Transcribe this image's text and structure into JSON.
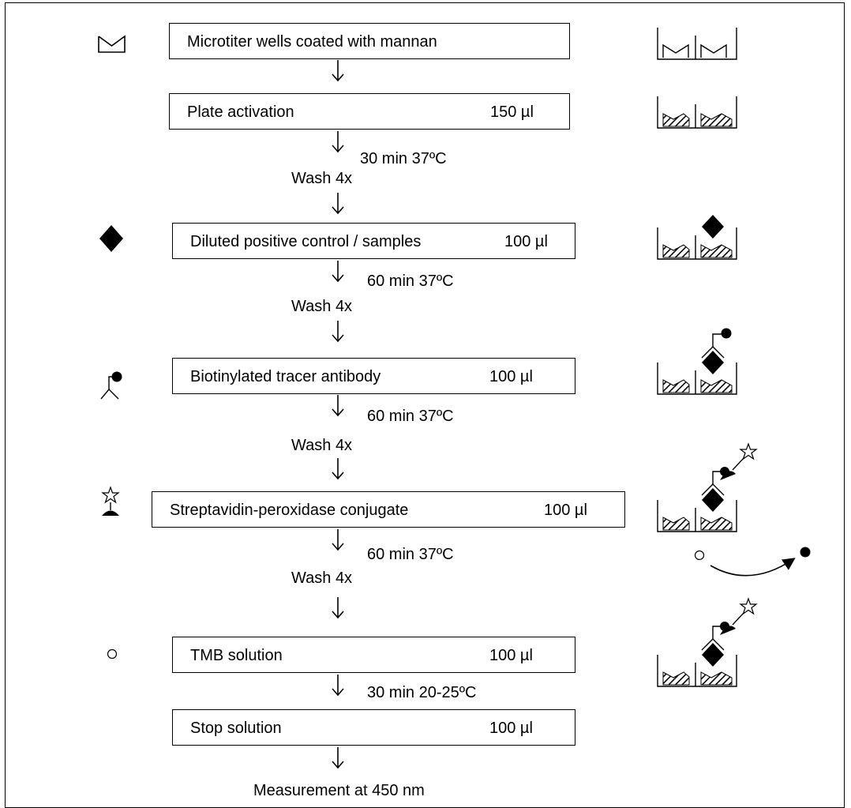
{
  "steps": [
    {
      "label": "Microtiter wells coated with mannan",
      "volume": ""
    },
    {
      "label": "Plate activation",
      "volume": "150 µl"
    },
    {
      "label": "Diluted positive control / samples",
      "volume": "100 µl"
    },
    {
      "label": "Biotinylated tracer antibody",
      "volume": "100 µl"
    },
    {
      "label": "Streptavidin-peroxidase conjugate",
      "volume": "100 µl"
    },
    {
      "label": "TMB solution",
      "volume": "100 µl"
    },
    {
      "label": "Stop solution",
      "volume": "100 µl"
    }
  ],
  "incubations": [
    "30 min 37ºC",
    "60 min 37ºC",
    "60 min 37ºC",
    "60 min 37ºC",
    "30 min 20-25ºC"
  ],
  "washes": [
    "Wash 4x",
    "Wash 4x",
    "Wash 4x",
    "Wash 4x"
  ],
  "measurement": "Measurement at 450 nm",
  "legend_icons": [
    "mannan-icon",
    "antigen-diamond-icon",
    "biotinylated-antibody-icon",
    "streptavidin-peroxidase-icon",
    "tmb-substrate-icon"
  ]
}
